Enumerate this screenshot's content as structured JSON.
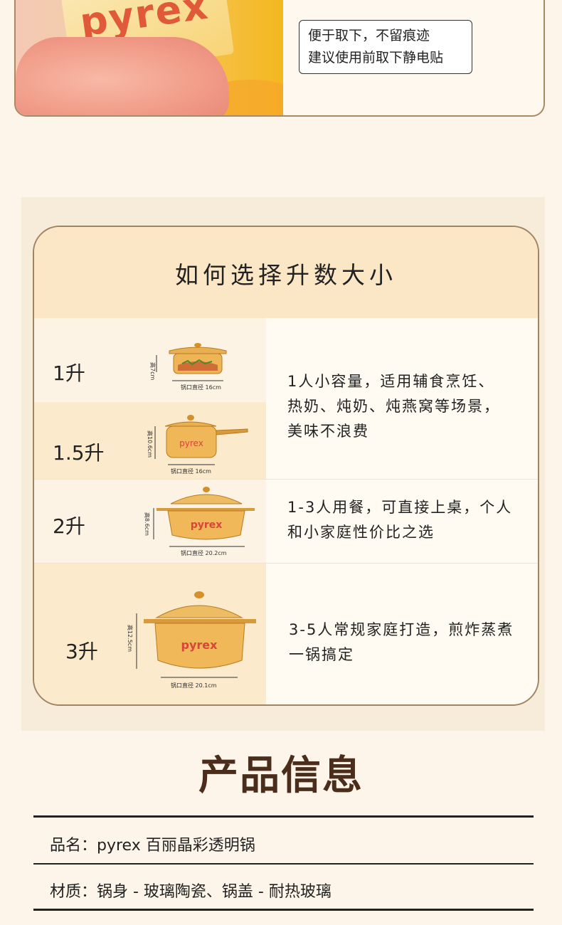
{
  "top": {
    "sticker_text": "pyrex",
    "tip_line1": "便于取下，不留痕迹",
    "tip_line2": "建议使用前取下静电贴"
  },
  "sizes": {
    "title": "如何选择升数大小",
    "rows": [
      {
        "capacity": "1升",
        "height_label": "高7cm",
        "diameter_label": "锅口直径 16cm"
      },
      {
        "capacity": "1.5升",
        "height_label": "高10.6cm",
        "diameter_label": "锅口直径 16cm",
        "logo": "pyrex"
      },
      {
        "capacity": "2升",
        "height_label": "高8.6cm",
        "diameter_label": "锅口直径 20.2cm",
        "logo": "pyrex"
      },
      {
        "capacity": "3升",
        "height_label": "高12.5cm",
        "diameter_label": "锅口直径 20.1cm",
        "logo": "pyrex"
      }
    ],
    "descriptions": [
      {
        "line1": "1人小容量，适用辅食烹饪、",
        "line2": "热奶、炖奶、炖燕窝等场景，",
        "line3": "美味不浪费"
      },
      {
        "line1": "1-3人用餐，可直接上桌，个人",
        "line2": "和小家庭性价比之选"
      },
      {
        "line1": "3-5人常规家庭打造，煎炸蒸煮",
        "line2": "一锅搞定"
      }
    ]
  },
  "info": {
    "title": "产品信息",
    "name_line": "品名：pyrex 百丽晶彩透明锅",
    "material_line": "材质：锅身 - 玻璃陶瓷、锅盖 - 耐热玻璃"
  },
  "colors": {
    "background": "#fdf5ea",
    "amber": "#e0a43a",
    "title_brown": "#4a2d1a",
    "logo_red": "#d8453a"
  }
}
